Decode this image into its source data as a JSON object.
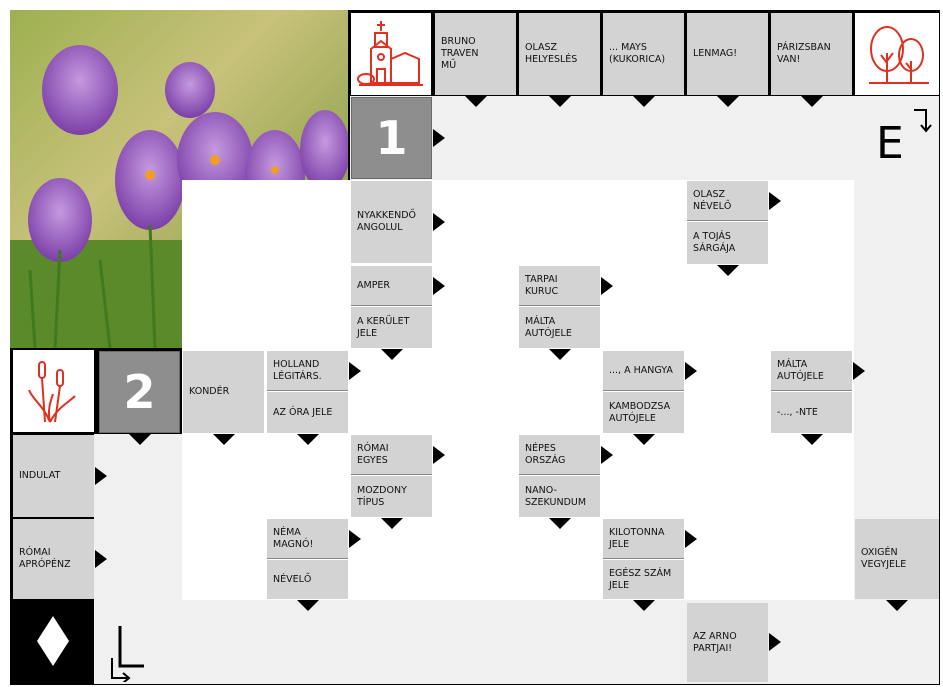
{
  "clues": {
    "c1": "BRUNO\nTRAVEN\nMŰ",
    "c2": "OLASZ\nHELYESLÉS",
    "c3": "... MAYS\n(KUKORICA)",
    "c4": "LENMAG!",
    "c5": "PÁRIZSBAN\nVAN!",
    "c6": "NYAKKENDŐ\nANGOLUL",
    "c7": "AMPER",
    "c8": "A KERÜLET\nJELE",
    "c9": "OLASZ\nNÉVELŐ",
    "c10": "A TOJÁS\nSÁRGÁJA",
    "c11": "TARPAI\nKURUC",
    "c12": "MÁLTA\nAUTÓJELE",
    "c13": "KONDÉR",
    "c14": "HOLLAND\nLÉGITÁRS.",
    "c15": "AZ ÓRA JELE",
    "c16": "..., A HANGYA",
    "c17": "KAMBODZSA\nAUTÓJELE",
    "c18": "MÁLTA\nAUTÓJELE",
    "c19": "-..., -NTE",
    "c20": "INDULAT",
    "c21": "RÓMAI\nEGYES",
    "c22": "MOZDONY\nTÍPUS",
    "c23": "NÉPES\nORSZÁG",
    "c24": "NANO-\nSZEKUNDUM",
    "c25": "RÓMAI\nAPRÓPÉNZ",
    "c26": "NÉMA\nMAGNÓ!",
    "c27": "NÉVELŐ",
    "c28": "KILOTONNA\nJELE",
    "c29": "EGÉSZ SZÁM\n JELE",
    "c30": "OXIGÉN\nVEGYJELE",
    "c31": "AZ ARNO\nPARTJAI!"
  },
  "numbers": {
    "n1": "1",
    "n2": "2"
  },
  "letters": {
    "start_letter": "E"
  },
  "icons": {
    "church": "church-icon",
    "trees": "trees-icon",
    "reeds": "reeds-icon",
    "diamond": "diamond-icon"
  },
  "colors": {
    "clue_bg": "#d3d3d3",
    "grid_bg": "#f0f0f0",
    "number_bg": "#8e8e8e",
    "icon_red": "#e03020"
  }
}
